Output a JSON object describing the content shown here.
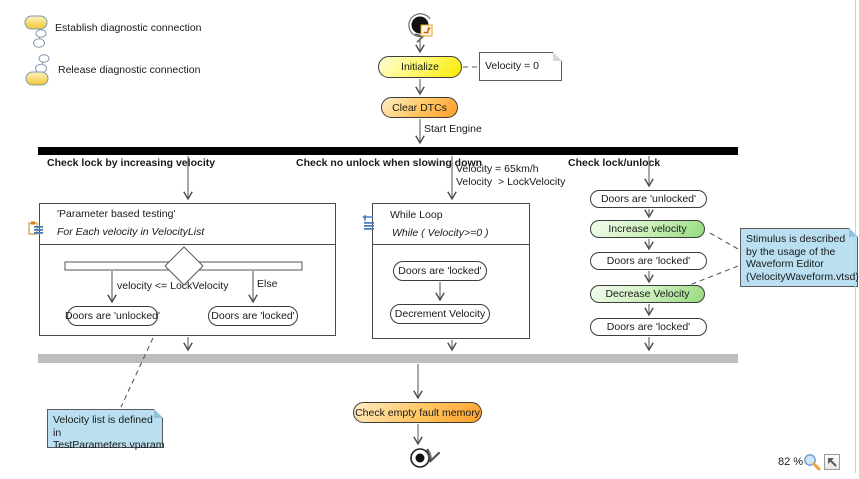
{
  "legend": {
    "items": [
      {
        "icon": "establish-connection-icon",
        "label": "Establish diagnostic connection"
      },
      {
        "icon": "release-connection-icon",
        "label": "Release diagnostic connection"
      }
    ]
  },
  "top_flow": {
    "initialize": "Initialize",
    "clear_dtcs": "Clear DTCs",
    "start_engine": "Start Engine"
  },
  "notes": {
    "velocity_zero": "Velocity = 0",
    "stimulus": "Stimulus is described by the usage of the Waveform Editor (VelocityWaveform.vtsd)",
    "velocity_list": "Velocity list is defined in TestParameters.vparam"
  },
  "lanes": {
    "left": {
      "title": "Check lock by increasing velocity",
      "frame_title": "'Parameter based testing'",
      "frame_condition": "For Each velocity in VelocityList",
      "branches": [
        {
          "guard": "velocity <= LockVelocity",
          "node": "Doors are 'unlocked'"
        },
        {
          "guard": "Else",
          "node": "Doors are 'locked'"
        }
      ]
    },
    "middle": {
      "title": "Check no unlock when slowing down",
      "edge_label_line1": "Velocity = 65km/h",
      "edge_label_line2": "Velocity  > LockVelocity",
      "frame_title": "While Loop",
      "frame_condition": "While ( Velocity>=0 )",
      "nodes": [
        {
          "label": "Doors are 'locked'"
        },
        {
          "label": "Decrement Velocity"
        }
      ]
    },
    "right": {
      "title": "Check lock/unlock",
      "nodes": [
        {
          "label": "Doors are 'unlocked'",
          "style": "white"
        },
        {
          "label": "Increase velocity",
          "style": "green"
        },
        {
          "label": "Doors are 'locked'",
          "style": "white"
        },
        {
          "label": "Decrease Velocity",
          "style": "green"
        },
        {
          "label": "Doors are 'locked'",
          "style": "white"
        }
      ]
    }
  },
  "bottom_flow": {
    "check_empty_fault_memory": "Check empty fault memory"
  },
  "status_bar": {
    "zoom_level": "82 %",
    "zoom_icon": "magnifier-icon",
    "fit_icon": "fit-to-window-icon"
  },
  "colors": {
    "activity_yellow": "#f9ea00",
    "activity_orange": "#ff9d28",
    "activity_green": "#95da7d",
    "note_blue": "#b9dff0",
    "fork_bar": "#000000",
    "join_bar": "#bdbdbd"
  }
}
